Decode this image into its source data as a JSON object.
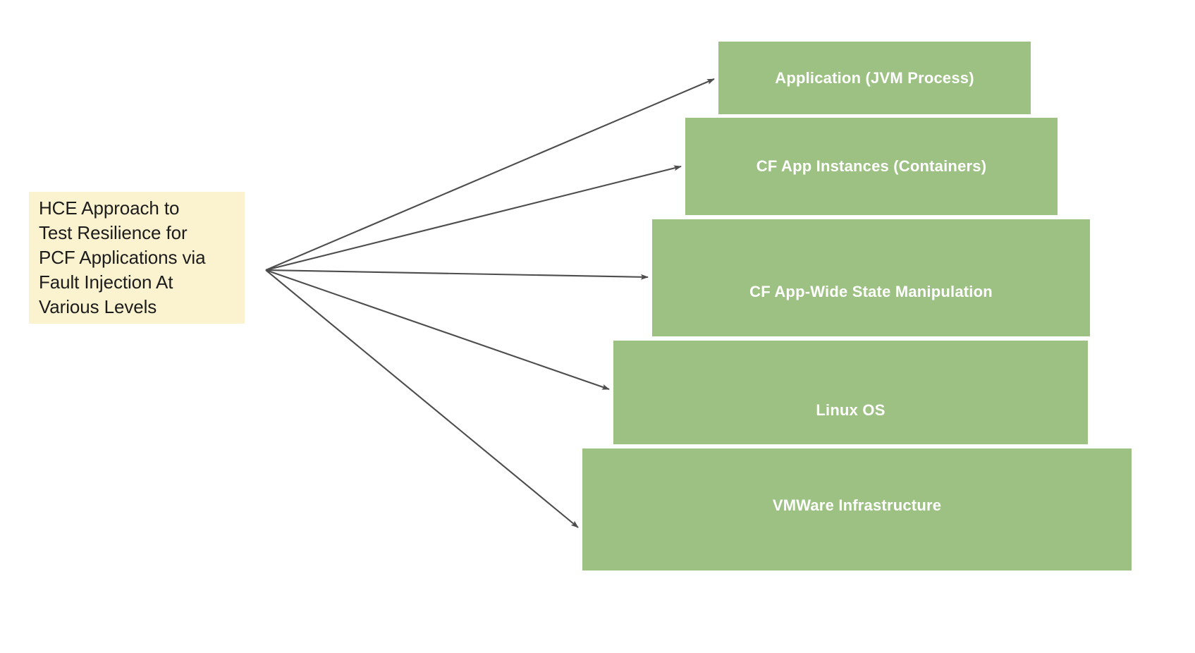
{
  "diagram": {
    "title": "HCE Approach to Test Resilience for PCF Applications via Fault Injection At Various Levels",
    "background_color": "#ffffff",
    "source": {
      "label": "HCE Approach to\nTest Resilience for\nPCF Applications via\nFault Injection At\nVarious Levels",
      "fill_color": "#fbf2cf",
      "text_color": "#1c1c1c"
    },
    "style": {
      "layer_fill_color": "#9dc183",
      "layer_text_color": "#ffffff",
      "arrow_color": "#4d4d4d"
    },
    "layers": [
      {
        "id": "layer-application",
        "label": "Application (JVM Process)"
      },
      {
        "id": "layer-cf-instances",
        "label": "CF App Instances (Containers)"
      },
      {
        "id": "layer-cf-state",
        "label": "CF App-Wide State Manipulation"
      },
      {
        "id": "layer-linux-os",
        "label": "Linux OS"
      },
      {
        "id": "layer-vmware",
        "label": "VMWare Infrastructure"
      }
    ],
    "connectors": [
      {
        "from": "source",
        "to": "layer-application",
        "kind": "arrow"
      },
      {
        "from": "source",
        "to": "layer-cf-instances",
        "kind": "arrow"
      },
      {
        "from": "source",
        "to": "layer-cf-state",
        "kind": "arrow"
      },
      {
        "from": "source",
        "to": "layer-linux-os",
        "kind": "arrow"
      },
      {
        "from": "source",
        "to": "layer-vmware",
        "kind": "arrow"
      }
    ]
  }
}
